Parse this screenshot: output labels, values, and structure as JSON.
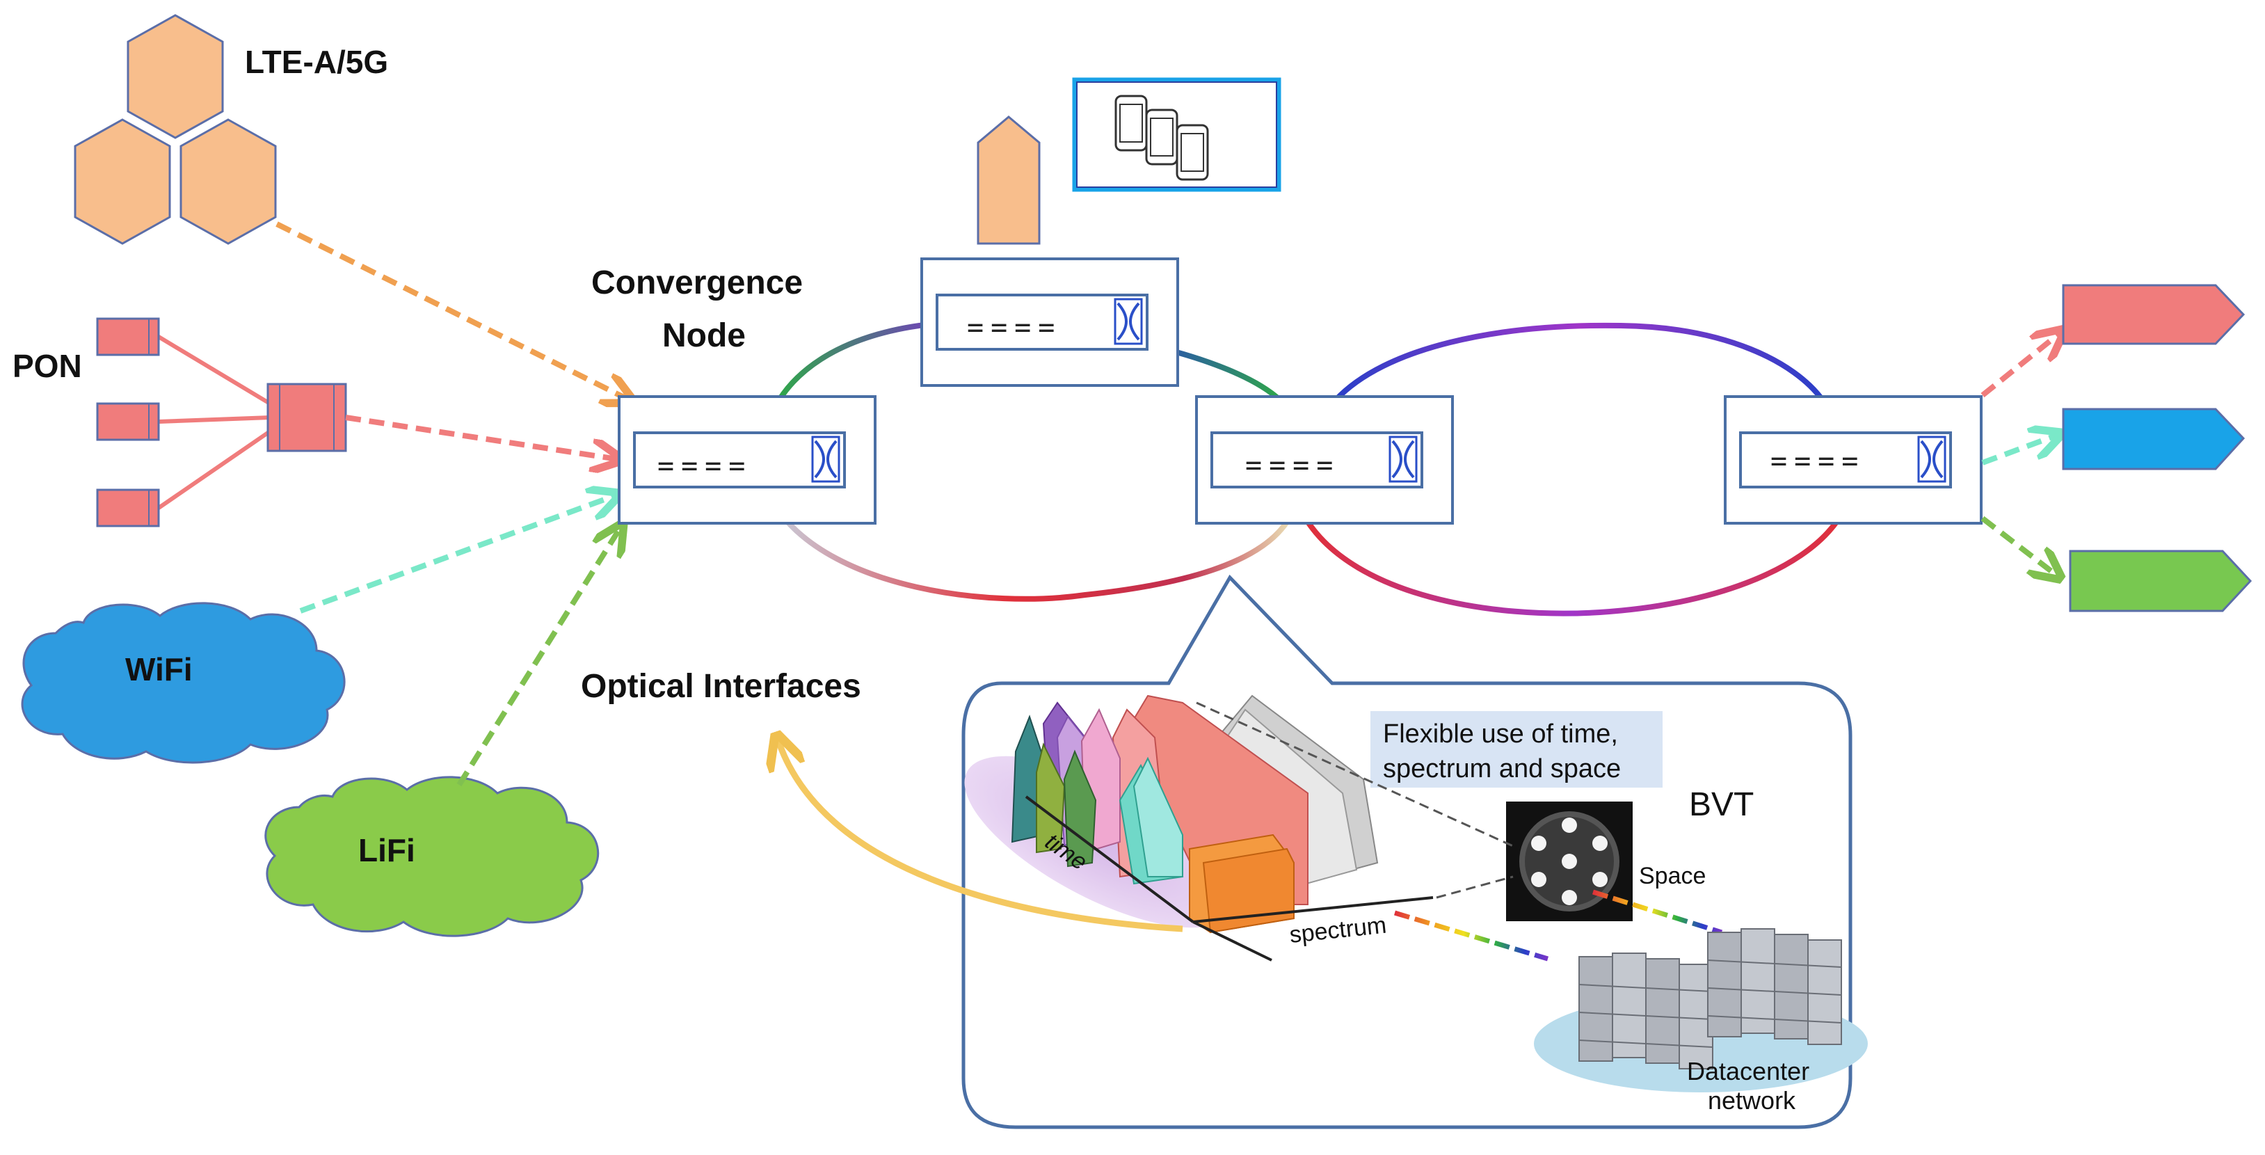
{
  "labels": {
    "lte": "LTE-A/5G",
    "pon": "PON",
    "wifi": "WiFi",
    "lifi": "LiFi",
    "convergence_line1": "Convergence",
    "convergence_line2": "Node",
    "optical_interfaces": "Optical Interfaces",
    "flexible_line1": "Flexible use of time,",
    "flexible_line2": "spectrum and space",
    "bvt": "BVT",
    "space": "Space",
    "time": "time",
    "spectrum": "spectrum",
    "datacenter_line1": "Datacenter",
    "datacenter_line2": "network"
  },
  "node_symbol": "====",
  "colors": {
    "lte": "#F8BE8C",
    "pon": "#F07C7C",
    "wifi": "#2E9BE0",
    "lifi": "#8ACB4A",
    "out_red": "#F07C7C",
    "out_blue": "#19A3E8",
    "out_green": "#78C850",
    "node_border": "#4A6FA5",
    "ring_blue": "#2A3FC8",
    "ring_red": "#E0303A",
    "ring_purple": "#A035C8",
    "ring_green": "#2FA64A"
  }
}
